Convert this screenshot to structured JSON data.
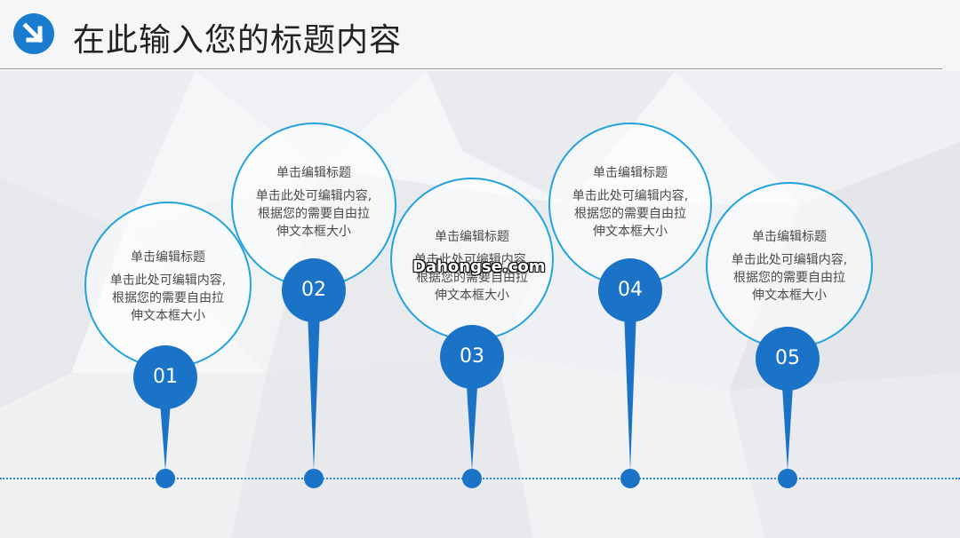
{
  "header": {
    "title": "在此输入您的标题内容",
    "icon": "arrow-down-right-icon"
  },
  "colors": {
    "accent": "#1a73c7",
    "ring": "#22a3de",
    "icon_bg": "#1a7ccf"
  },
  "steps": [
    {
      "number": "01",
      "title": "单击编辑标题",
      "body": [
        "单击此处可编辑内容,",
        "根据您的需要自由拉",
        "伸文本框大小"
      ]
    },
    {
      "number": "02",
      "title": "单击编辑标题",
      "body": [
        "单击此处可编辑内容,",
        "根据您的需要自由拉",
        "伸文本框大小"
      ]
    },
    {
      "number": "03",
      "title": "单击编辑标题",
      "body": [
        "单击此处可编辑内容,",
        "根据您的需要自由拉",
        "伸文本框大小"
      ]
    },
    {
      "number": "04",
      "title": "单击编辑标题",
      "body": [
        "单击此处可编辑内容,",
        "根据您的需要自由拉",
        "伸文本框大小"
      ]
    },
    {
      "number": "05",
      "title": "单击编辑标题",
      "body": [
        "单击此处可编辑内容,",
        "根据您的需要自由拉",
        "伸文本框大小"
      ]
    }
  ],
  "watermark": "Dahongse.com"
}
